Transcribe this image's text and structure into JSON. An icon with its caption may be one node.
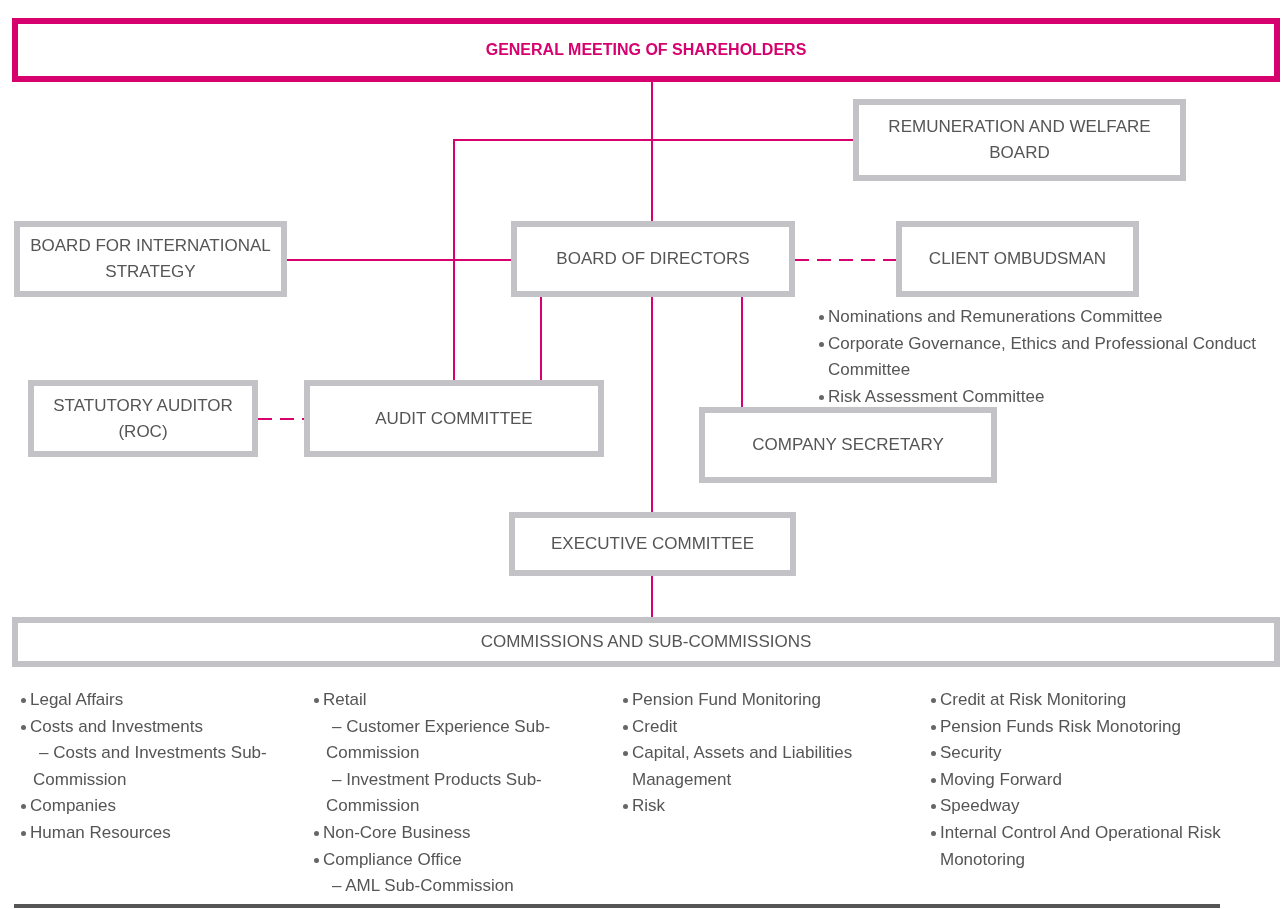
{
  "diagram": {
    "nodes": [
      {
        "text": [
          "GENERAL MEETING OF SHAREHOLDERS"
        ]
      },
      {
        "text": [
          "REMUNERATION AND WELFARE BOARD"
        ]
      },
      {
        "text": [
          "BOARD FOR INTERNATIONAL STRATEGY"
        ]
      },
      {
        "text": [
          "BOARD OF DIRECTORS"
        ]
      },
      {
        "text": [
          "CLIENT OMBUDSMAN"
        ]
      },
      {
        "text": [
          "STATUTORY AUDITOR (ROC)"
        ]
      },
      {
        "text": [
          "AUDIT COMMITTEE"
        ]
      },
      {
        "text": [
          "COMPANY SECRETARY"
        ]
      },
      {
        "text": [
          "EXECUTIVE COMMITTEE"
        ]
      },
      {
        "text": [
          "COMMISSIONS AND SUB-COMMISSIONS"
        ]
      }
    ],
    "edges": [
      {
        "from": 0,
        "to": 3,
        "arrow": "none"
      },
      {
        "from": 0,
        "to": 1,
        "arrow": "none"
      },
      {
        "from": 0,
        "to": 6,
        "arrow": "none"
      },
      {
        "from": 2,
        "to": 3,
        "arrow": "none"
      },
      {
        "from": 3,
        "to": 4,
        "arrow": "none",
        "style": "dashed"
      },
      {
        "from": 3,
        "to": 6,
        "arrow": "none"
      },
      {
        "from": 3,
        "to": 7,
        "arrow": "none"
      },
      {
        "from": 3,
        "to": 8,
        "arrow": "none"
      },
      {
        "from": 5,
        "to": 6,
        "arrow": "none",
        "style": "dashed"
      },
      {
        "from": 8,
        "to": 9,
        "arrow": "none"
      }
    ],
    "labels": [
      "Nominations and Remunerations Committee",
      "Corporate Governance, Ethics and Professional Conduct Committee",
      "Risk Assessment Committee",
      "Legal Affairs",
      "Costs and Investments",
      "– Costs and Investments Sub-Commission",
      "Companies",
      "Human Resources",
      "Retail",
      "– Customer Experience Sub-Commission",
      "– Investment Products Sub-Commission",
      "Non-Core Business",
      "Compliance Office",
      "– AML Sub-Commission",
      "Pension Fund Monitoring",
      "Credit",
      "Capital, Assets and Liabilities Management",
      "Risk",
      "Credit at Risk Monitoring",
      "Pension Funds Risk Monotoring",
      "Security",
      "Moving Forward",
      "Speedway",
      "Internal Control And Operational Risk Monotoring"
    ]
  }
}
